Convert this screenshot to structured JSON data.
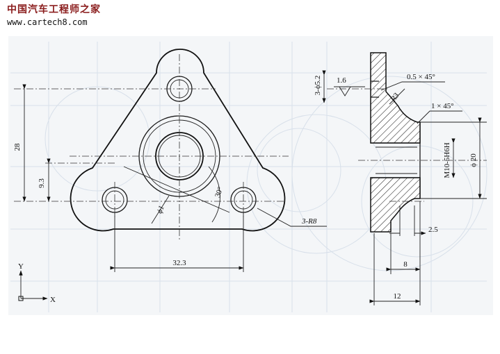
{
  "watermark": {
    "title": "中国汽车工程师之家",
    "url": "www.cartech8.com"
  },
  "front_view": {
    "dim_height": "28",
    "dim_lower": "9.3",
    "dim_spacing": "32.3",
    "angle": "30°",
    "ref_hole_dia": "ϕ1",
    "corner_radius": "3-R8"
  },
  "section_view": {
    "hole_callout": "3-ϕ5.2",
    "roughness": "1.6",
    "chamfer_small": "0.5 × 45°",
    "chamfer_large": "1 × 45°",
    "fillet": "R3",
    "thread": "M10-5H6H",
    "diameter": "ϕ 20",
    "dim_offset": "2.5",
    "dim_boss": "8",
    "dim_total": "12"
  },
  "axes": {
    "y_label": "Y",
    "x_label": "X"
  }
}
